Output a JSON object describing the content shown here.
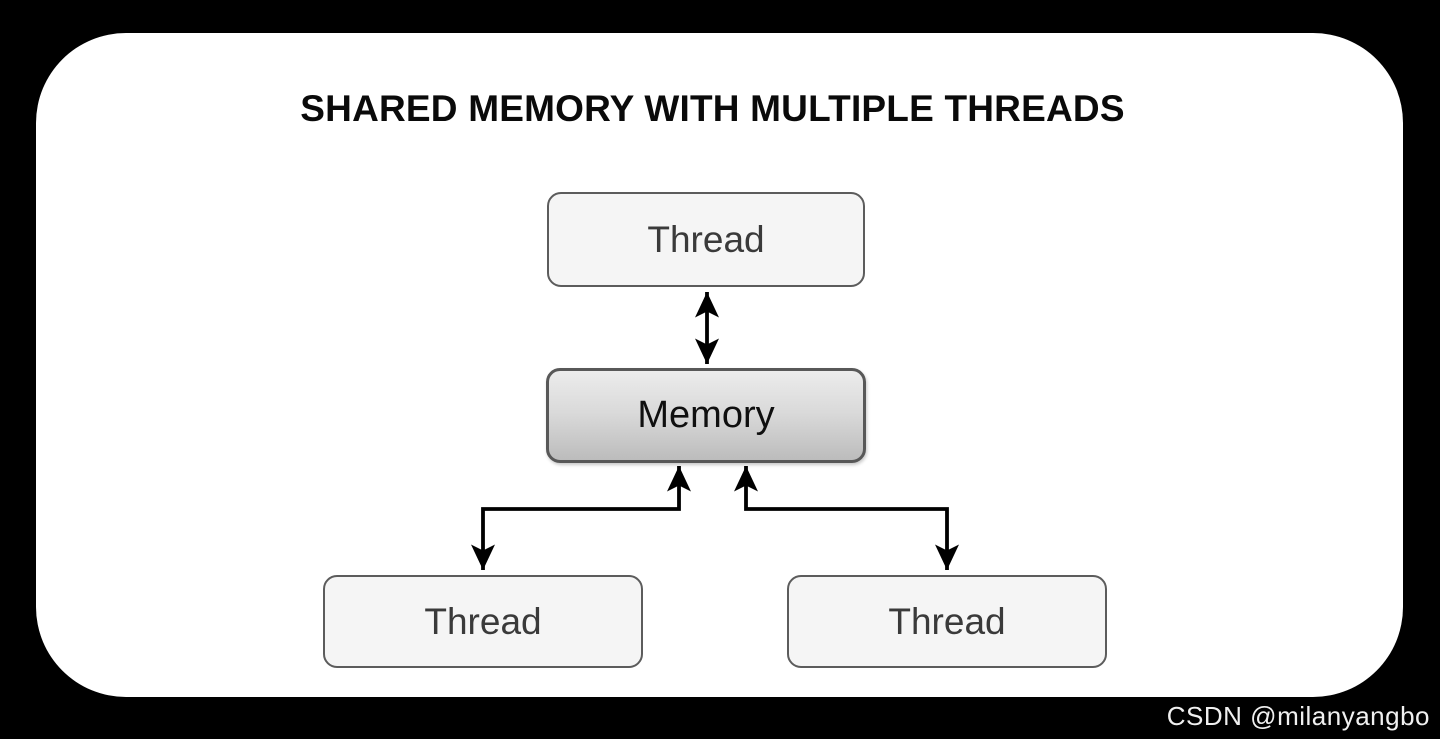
{
  "diagram": {
    "title": "SHARED MEMORY WITH MULTIPLE THREADS",
    "nodes": [
      {
        "id": "thread-top",
        "label": "Thread"
      },
      {
        "id": "memory",
        "label": "Memory"
      },
      {
        "id": "thread-bottom-left",
        "label": "Thread"
      },
      {
        "id": "thread-bottom-right",
        "label": "Thread"
      }
    ],
    "edges": [
      {
        "from": "thread-top",
        "to": "memory",
        "direction": "bidirectional"
      },
      {
        "from": "thread-bottom-left",
        "to": "memory",
        "direction": "bidirectional"
      },
      {
        "from": "thread-bottom-right",
        "to": "memory",
        "direction": "bidirectional"
      }
    ],
    "colors": {
      "background": "#000000",
      "panel": "#ffffff",
      "node_fill": "#f5f5f5",
      "node_border": "#5c5c5c",
      "memory_fill_top": "#ececec",
      "memory_fill_bottom": "#bcbcbc",
      "arrow": "#000000",
      "node_text": "#3a3a3a",
      "title_text": "#0a0a0a"
    }
  },
  "watermark": {
    "text": "CSDN @milanyangbo",
    "color": "#f0f0f0"
  }
}
